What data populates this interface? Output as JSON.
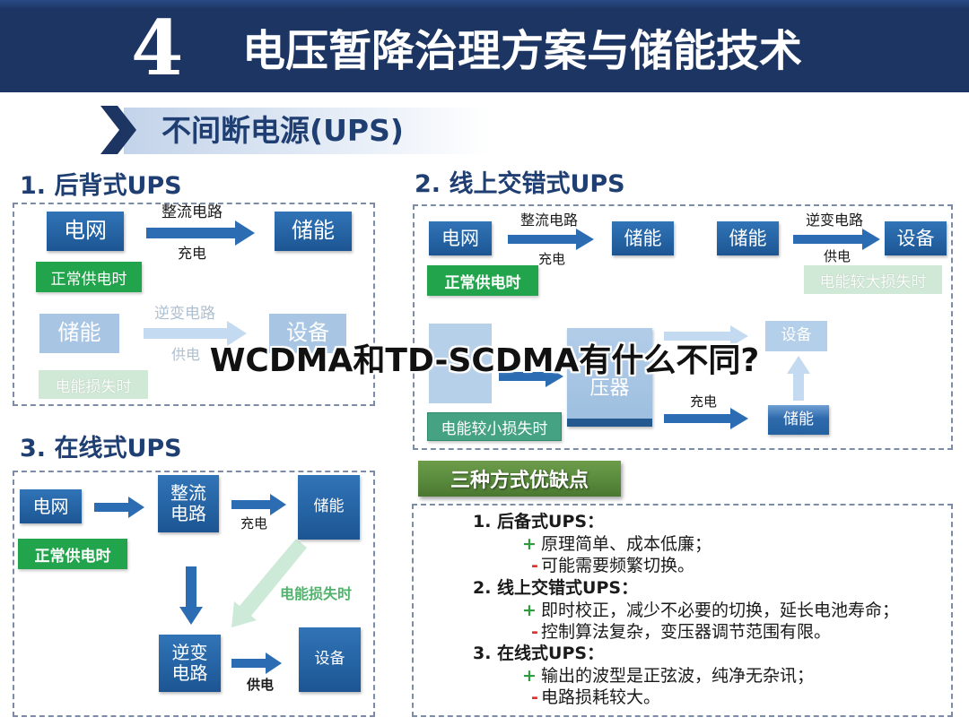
{
  "header": {
    "number": "4",
    "title": "电压暂降治理方案与储能技术"
  },
  "banner": {
    "title": "不间断电源(UPS)"
  },
  "section1": {
    "heading": "1. 后背式UPS",
    "normal": {
      "source": "电网",
      "arrow_top": "整流电路",
      "arrow_bottom": "充电",
      "target": "储能",
      "tag": "正常供电时"
    },
    "loss": {
      "source": "储能",
      "arrow_top": "逆变电路",
      "arrow_bottom": "供电",
      "target": "设备",
      "tag": "电能损失时"
    }
  },
  "section2": {
    "heading": "2. 线上交错式UPS",
    "normal": {
      "source": "电网",
      "arrow_top": "整流电路",
      "arrow_bottom": "充电",
      "target": "储能",
      "tag": "正常供电时"
    },
    "large_loss": {
      "source": "储能",
      "arrow_top": "逆变电路",
      "arrow_bottom": "供电",
      "target": "设备",
      "tag": "电能较大损失时"
    },
    "small_loss": {
      "transformer_text": "压器",
      "device": "设备",
      "arrow_bottom": "充电",
      "storage": "储能",
      "tag": "电能较小损失时"
    }
  },
  "section3": {
    "heading": "3. 在线式UPS",
    "source": "电网",
    "rectifier": [
      "整流",
      "电路"
    ],
    "charge_label": "充电",
    "storage": "储能",
    "normal_tag": "正常供电时",
    "loss_label": "电能损失时",
    "inverter": [
      "逆变",
      "电路"
    ],
    "supply_label": "供电",
    "device": "设备"
  },
  "comparison": {
    "title": "三种方式优缺点",
    "pro_sign": "+",
    "con_sign": "-",
    "items": [
      {
        "heading": "1. 后备式UPS：",
        "pro": "原理简单、成本低廉；",
        "con": "可能需要频繁切换。"
      },
      {
        "heading": "2. 线上交错式UPS：",
        "pro": "即时校正，减少不必要的切换，延长电池寿命；",
        "con": "控制算法复杂，变压器调节范围有限。"
      },
      {
        "heading": "3. 在线式UPS：",
        "pro": "输出的波型是正弦波，纯净无杂讯；",
        "con": "电路损耗较大。"
      }
    ]
  },
  "overlay": {
    "text": "WCDMA和TD-SCDMA有什么不同?"
  },
  "colors": {
    "header_bg": "#1d3563",
    "heading_navy": "#1f3e72",
    "box_blue": "#2462a2",
    "box_faded": "#a8c6e4",
    "tag_green": "#21a44b",
    "tag_faded": "#d0e9d6",
    "teal_tag": "#45a384",
    "arrow_blue": "#2c6cb2",
    "arrow_faded": "#c4daf0",
    "diag_arrow": "#cde9d7",
    "summary_title_bg": "#5b8c3e",
    "pro_green": "#2e9b3e",
    "con_red": "#d9342b"
  }
}
